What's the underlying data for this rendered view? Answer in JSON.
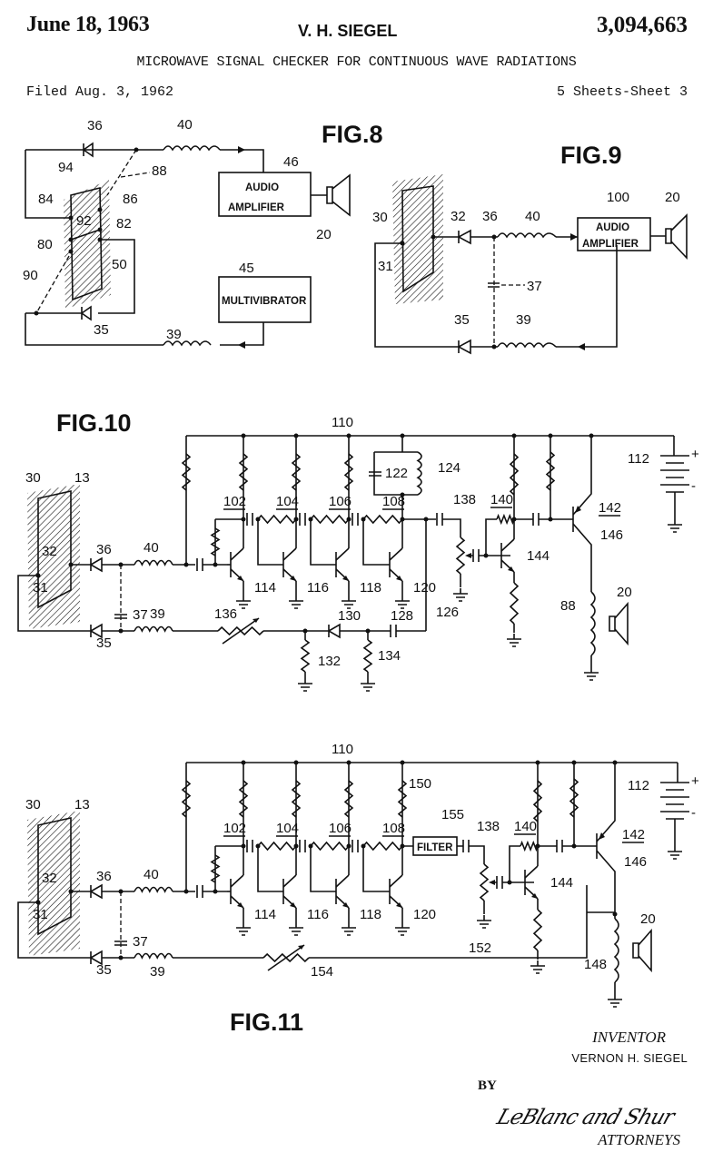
{
  "header": {
    "date": "June 18, 1963",
    "inventor_short": "V. H. SIEGEL",
    "patent_number": "3,094,663",
    "title": "MICROWAVE SIGNAL CHECKER FOR CONTINUOUS WAVE RADIATIONS",
    "filed": "Filed Aug. 3, 1962",
    "sheets": "5 Sheets-Sheet 3"
  },
  "figures": {
    "fig8": {
      "title": "FIG.8",
      "boxes": {
        "audio_amplifier": [
          "AUDIO",
          "AMPLIFIER"
        ],
        "multivibrator": "MULTIVIBRATOR"
      },
      "labels": {
        "diode_top": "36",
        "inductor_top": "40",
        "amp": "46",
        "speaker": "20",
        "cap_top": "88",
        "l94": "94",
        "l84": "84",
        "l86": "86",
        "l92": "92",
        "l82": "82",
        "l80": "80",
        "l50": "50",
        "cap_bottom": "90",
        "diode_bottom": "35",
        "mv": "45",
        "inductor_bottom": "39"
      }
    },
    "fig9": {
      "title": "FIG.9",
      "boxes": {
        "audio_amplifier": [
          "AUDIO",
          "AMPLIFIER"
        ]
      },
      "labels": {
        "l30": "30",
        "l31": "31",
        "l32": "32",
        "diode_top": "36",
        "inductor_top": "40",
        "amp": "100",
        "speaker": "20",
        "cap": "37",
        "diode_bottom": "35",
        "inductor_bottom": "39"
      }
    },
    "fig10": {
      "title": "FIG.10",
      "labels": {
        "l30": "30",
        "l13": "13",
        "l32": "32",
        "l31": "31",
        "diode_top": "36",
        "inductor_top": "40",
        "cap": "37",
        "diode_bottom": "35",
        "inductor_bottom": "39",
        "var_res": "136",
        "bus": "110",
        "s102": "102",
        "s104": "104",
        "s106": "106",
        "s108": "108",
        "t114": "114",
        "t116": "116",
        "t118": "118",
        "t120": "120",
        "c122": "122",
        "l124": "124",
        "pot": "138",
        "s140": "140",
        "t142": "142",
        "t144": "144",
        "t146": "146",
        "battery": "112",
        "coil": "88",
        "speaker": "20",
        "d130": "130",
        "c128": "128",
        "w126": "126",
        "r132": "132",
        "r134": "134",
        "plus": "+",
        "minus": "-"
      }
    },
    "fig11": {
      "title": "FIG.11",
      "boxes": {
        "filter": "FILTER"
      },
      "labels": {
        "l30": "30",
        "l13": "13",
        "l32": "32",
        "l31": "31",
        "diode_top": "36",
        "inductor_top": "40",
        "cap": "37",
        "diode_bottom": "35",
        "inductor_bottom": "39",
        "var_res": "154",
        "bus": "110",
        "s102": "102",
        "s104": "104",
        "s106": "106",
        "s108": "108",
        "t114": "114",
        "t116": "116",
        "t118": "118",
        "t120": "120",
        "r150": "150",
        "filter": "155",
        "pot": "138",
        "s140": "140",
        "t142": "142",
        "t144": "144",
        "t146": "146",
        "battery": "112",
        "coil": "148",
        "speaker": "20",
        "w152": "152",
        "plus": "+",
        "minus": "-"
      }
    }
  },
  "footer": {
    "inventor_title": "INVENTOR",
    "inventor_name": "VERNON H. SIEGEL",
    "by": "BY",
    "signature": "LeBlanc and Shur",
    "attorneys": "ATTORNEYS"
  }
}
